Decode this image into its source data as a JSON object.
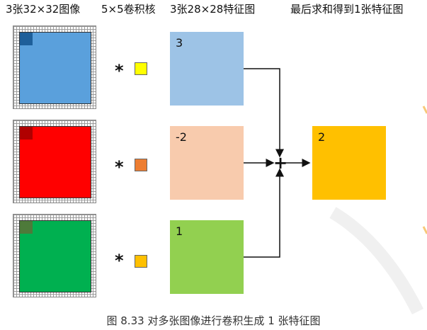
{
  "headers": {
    "images": "3张32×32图像",
    "kernels": "5×5卷积核",
    "features": "3张28×28特征图",
    "result": "最后求和得到1张特征图"
  },
  "rows": [
    {
      "channel": "blue",
      "image_color": "#5aa0dc",
      "corner_color": "#1e5f9a",
      "kernel_color": "#ffff00",
      "feature_color": "#9dc3e6",
      "feature_value": "3"
    },
    {
      "channel": "red",
      "image_color": "#ff0000",
      "corner_color": "#b00000",
      "kernel_color": "#ed7d31",
      "feature_color": "#f8cbad",
      "feature_value": "-2"
    },
    {
      "channel": "green",
      "image_color": "#00b050",
      "corner_color": "#4e7a3a",
      "kernel_color": "#ffc000",
      "feature_color": "#92d050",
      "feature_value": "1"
    }
  ],
  "operators": {
    "multiply": "*",
    "sum": "+"
  },
  "result": {
    "color": "#ffc000",
    "value": "2"
  },
  "caption": "图 8.33   对多张图像进行卷积生成 1 张特征图"
}
